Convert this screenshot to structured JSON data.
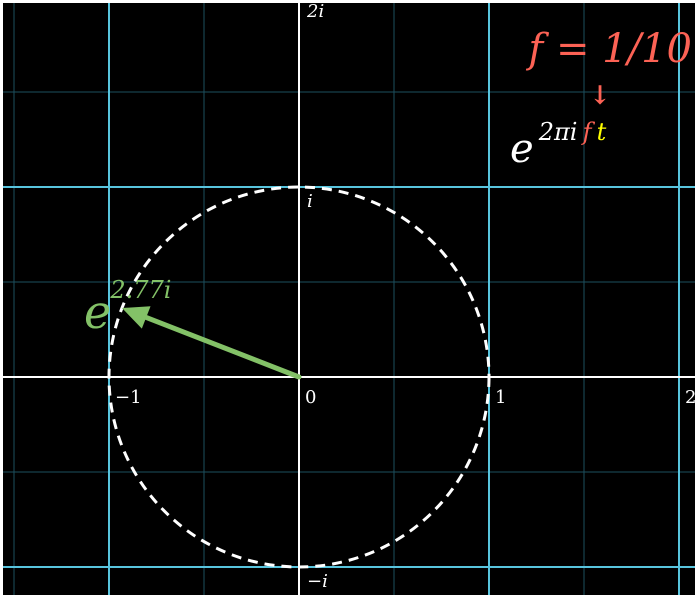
{
  "colors": {
    "background": "#000000",
    "frame": "#ffffff",
    "major_grid": "#58c4dd",
    "minor_grid": "#1d4f5e",
    "axes": "#ffffff",
    "unit_circle": "#ffffff",
    "vector": "#83c167",
    "frequency": "#fc6255",
    "time_variable": "#ffff00",
    "formula": "#ffffff"
  },
  "plane": {
    "x_labels": [
      {
        "text": "−1",
        "value": -1
      },
      {
        "text": "0",
        "value": 0
      },
      {
        "text": "1",
        "value": 1
      },
      {
        "text": "2",
        "value": 2
      }
    ],
    "y_labels": [
      {
        "text": "2i",
        "value": 2
      },
      {
        "text": "i",
        "value": 1
      },
      {
        "text": "−i",
        "value": -1
      }
    ]
  },
  "vector": {
    "angle_radians": 2.77,
    "label_base": "e",
    "label_exponent": "2.77i"
  },
  "formula": {
    "frequency_label": "f = 1/10",
    "pointer_arrow": "↓",
    "base": "e",
    "exponent_prefix": "2πi",
    "exponent_f": "f",
    "exponent_t": "t"
  },
  "icons": {
    "pointer": "down-arrow-icon",
    "vector_head": "arrowhead-icon"
  }
}
